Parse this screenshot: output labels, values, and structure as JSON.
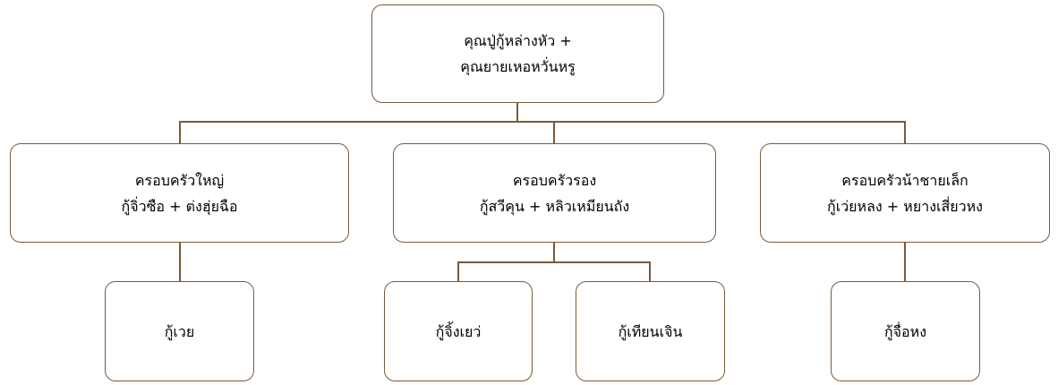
{
  "colors": {
    "border": "#7a5a3a",
    "text": "#000000",
    "background": "#ffffff"
  },
  "root": {
    "line1": "คุณปู่กู้หล่างหัว +",
    "line2": "คุณยายเหอหวั่นหรู"
  },
  "families": [
    {
      "line1": "ครอบครัวใหญ่",
      "line2": "กู้จิ่วซือ + ต่งฮุ่ยฉือ",
      "children": [
        "กู้เวย"
      ]
    },
    {
      "line1": "ครอบครัวรอง",
      "line2": "กู้สวีคุน + หลิวเหมียนถัง",
      "children": [
        "กู้จิ้งเยว่",
        "กู้เทียนเจิน"
      ]
    },
    {
      "line1": "ครอบครัวน้าชายเล็ก",
      "line2": "กู้เว่ยหลง + หยางเสี่ยวหง",
      "children": [
        "กู้จื่อหง"
      ]
    }
  ]
}
